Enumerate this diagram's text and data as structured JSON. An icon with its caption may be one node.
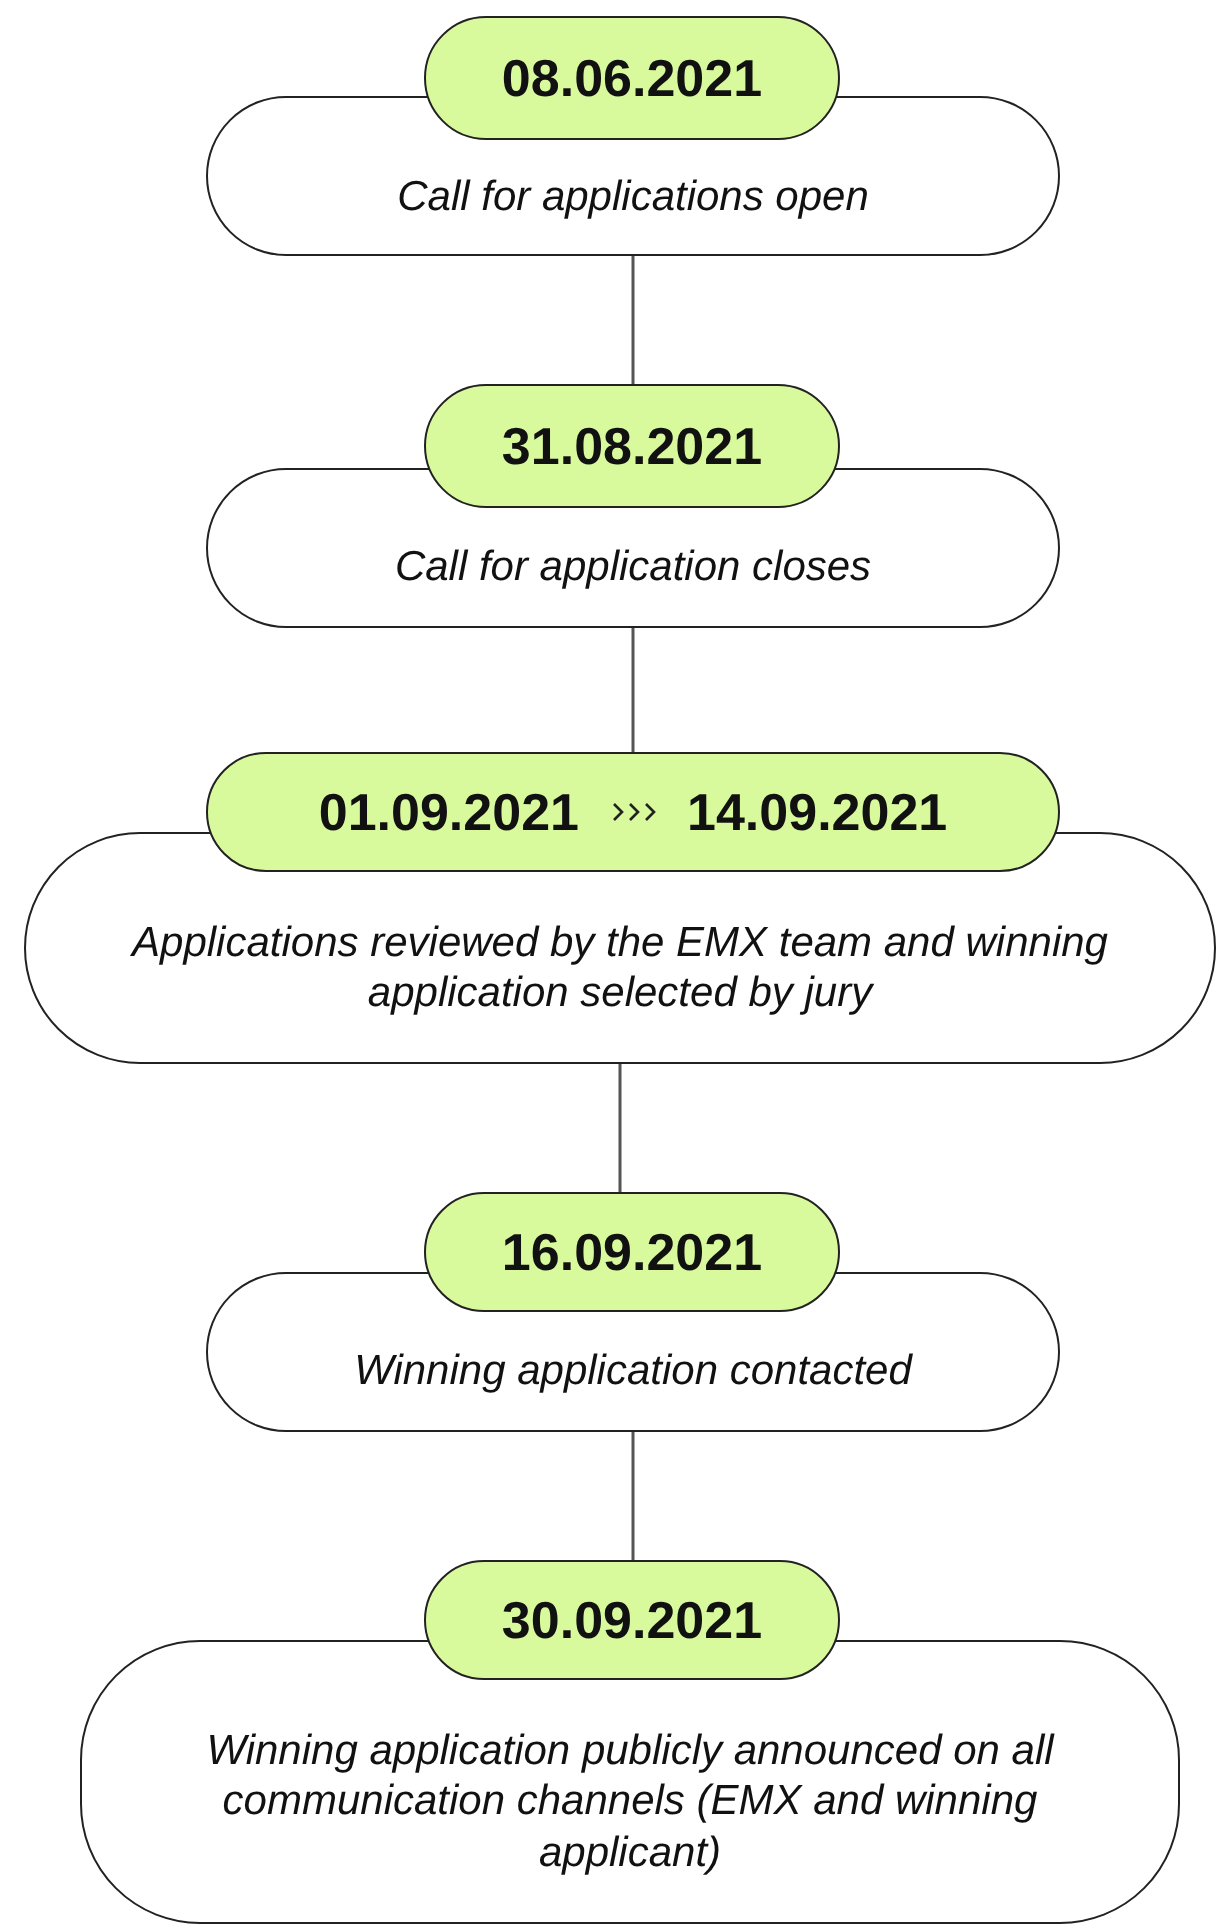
{
  "diagram": {
    "nodes": [
      {
        "text": [
          "08.06.2021"
        ]
      },
      {
        "text": [
          "Call for applications open"
        ]
      },
      {
        "text": [
          "31.08.2021"
        ]
      },
      {
        "text": [
          "Call for application closes"
        ]
      },
      {
        "text": [
          "01.09.2021",
          "14.09.2021"
        ]
      },
      {
        "text": [
          "Applications reviewed by the EMX team and winning application selected by jury"
        ]
      },
      {
        "text": [
          "16.09.2021"
        ]
      },
      {
        "text": [
          "Winning application contacted"
        ]
      },
      {
        "text": [
          "30.09.2021"
        ]
      },
      {
        "text": [
          "Winning application publicly announced on all communication channels (EMX and winning applicant)"
        ]
      }
    ],
    "edges": [
      {
        "from": 1,
        "to": 2,
        "arrow": "none"
      },
      {
        "from": 3,
        "to": 4,
        "arrow": "none"
      },
      {
        "from": 5,
        "to": 6,
        "arrow": "none"
      },
      {
        "from": 7,
        "to": 8,
        "arrow": "none"
      }
    ]
  }
}
